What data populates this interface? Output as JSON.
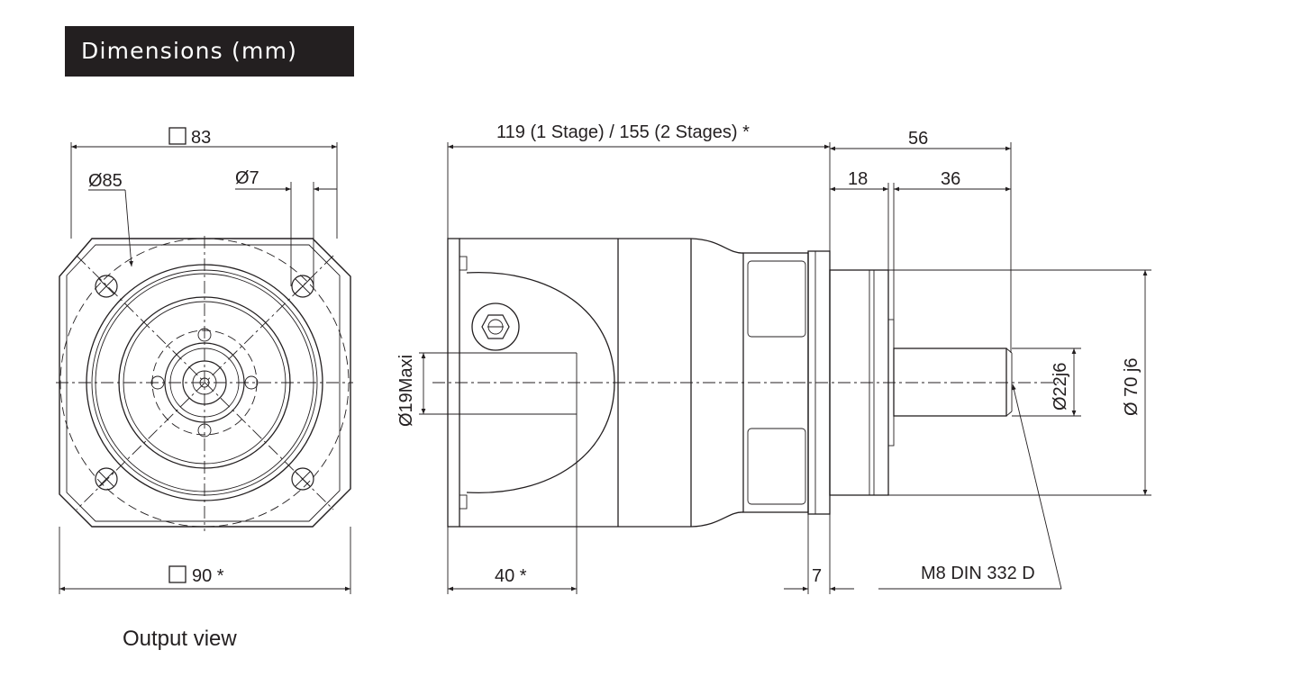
{
  "title": "Dimensions (mm)",
  "caption": "Output view",
  "labels": {
    "square_83": "83",
    "dia_85": "Ø85",
    "dia_7": "Ø7",
    "square_90": "90 *",
    "length_stage": "119 (1 Stage)  /  155 (2 Stages) *",
    "d56": "56",
    "d18": "18",
    "d36": "36",
    "d19": "Ø19Maxi",
    "d22": "Ø22j6",
    "d70": "Ø 70 j6",
    "d40": "40 *",
    "d7": "7",
    "thread": "M8 DIN 332 D"
  },
  "colors": {
    "line": "#231f20",
    "title_bg": "#231f20",
    "title_fg": "#ffffff"
  }
}
